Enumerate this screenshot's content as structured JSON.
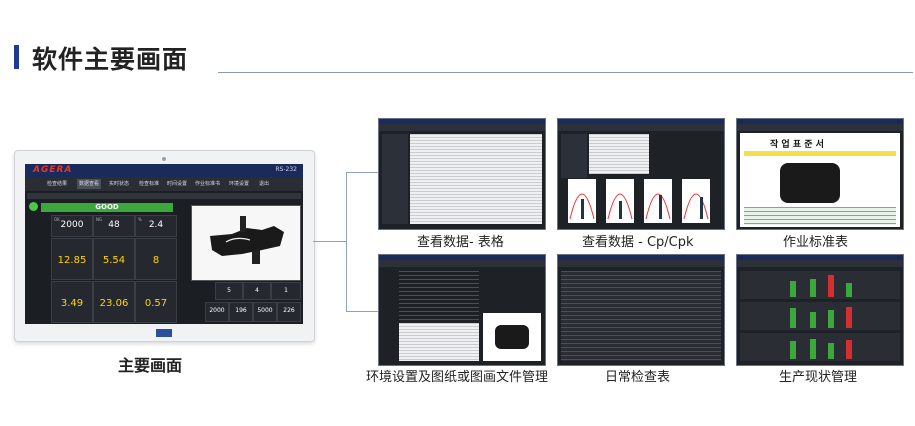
{
  "page": {
    "title": "软件主要画面",
    "main_caption": "主要画面"
  },
  "main_screen": {
    "brand": "AGERA",
    "header_right": "RS-232",
    "nav_tabs": [
      "检查结果",
      "数据查看",
      "实时状态",
      "检查标准",
      "时间设置",
      "作业标准书",
      "环境设置",
      "退出"
    ],
    "status": "GOOD",
    "top_values": [
      {
        "label": "OK",
        "value": "2000"
      },
      {
        "label": "NG",
        "value": "48"
      },
      {
        "label": "%",
        "value": "2.4"
      }
    ],
    "measurements": [
      "12.85",
      "5.54",
      "8",
      "3.49",
      "23.06",
      "0.57"
    ],
    "right_counts": [
      "5",
      "4",
      "1"
    ],
    "right_bottom": [
      "2000",
      "196",
      "5000",
      "226"
    ]
  },
  "thumbnails": [
    {
      "caption": "查看数据- 表格"
    },
    {
      "caption": "查看数据 - Cp/Cpk"
    },
    {
      "caption": "作业标准表",
      "doc_title": "작 업 표 준 서"
    },
    {
      "caption": "环境设置及图纸或图画文件管理"
    },
    {
      "caption": "日常检查表"
    },
    {
      "caption": "生产现状管理"
    }
  ],
  "colors": {
    "accent": "#1f3a93",
    "good": "#3aa83a",
    "value_yellow": "#ffd400",
    "brand_red": "#e8372c"
  }
}
